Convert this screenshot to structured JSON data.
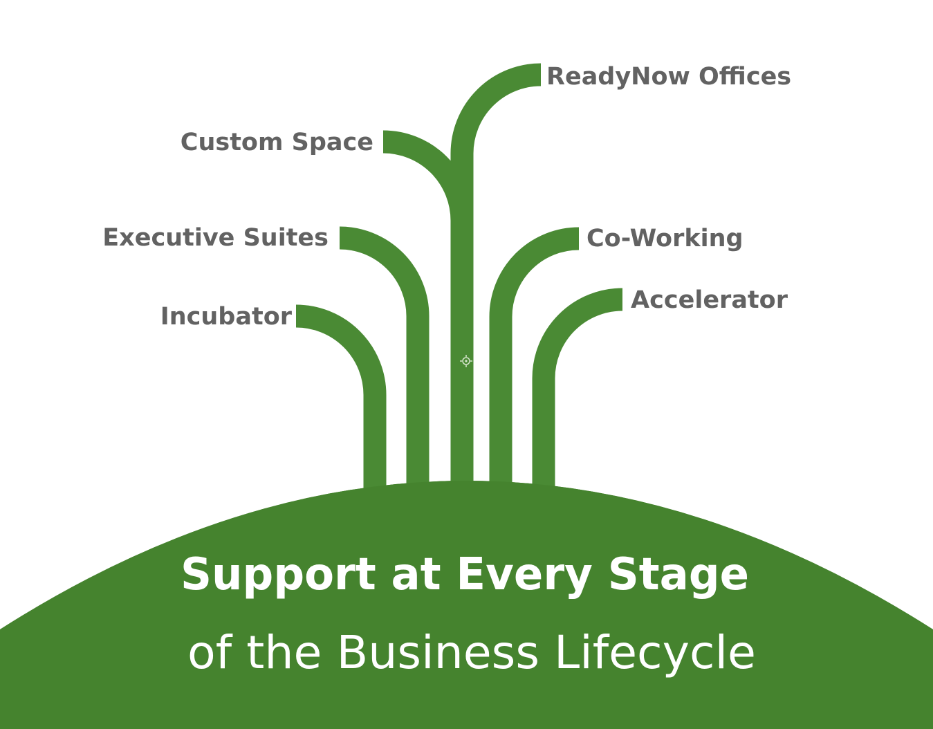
{
  "branches": {
    "incubator": "Incubator",
    "executive_suites": "Executive Suites",
    "custom_space": "Custom Space",
    "readynow_offices": "ReadyNow Offices",
    "co_working": "Co-Working",
    "accelerator": "Accelerator"
  },
  "title": {
    "line1": "Support at Every Stage",
    "line2": "of the Business Lifecycle"
  },
  "colors": {
    "green": "#45832e",
    "label_gray": "#626262",
    "background": "#ffffff"
  },
  "icons": {
    "center_marker": "crosshair-marker-icon"
  }
}
